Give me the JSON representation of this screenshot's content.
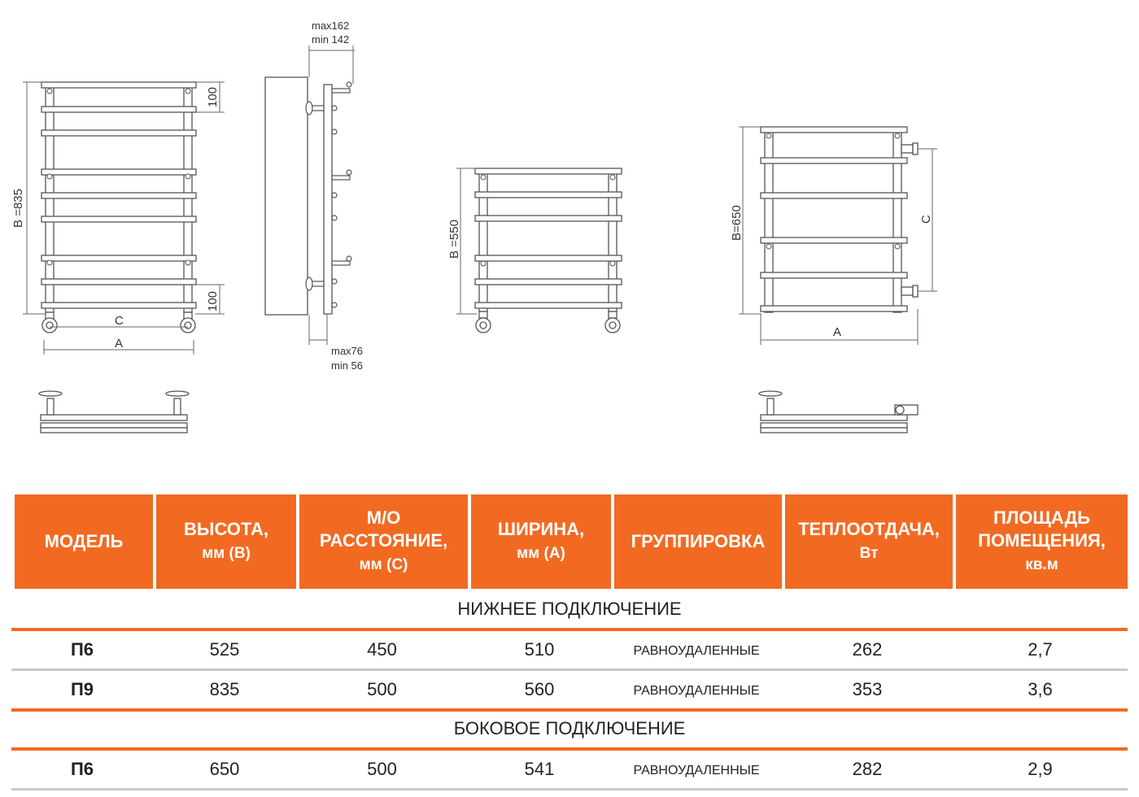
{
  "drawing_labels": {
    "d1_height": "B =835",
    "d1_top_gap": "100",
    "d1_bottom_gap": "100",
    "d1_c": "C",
    "d1_a": "A",
    "side_max_top": "max162",
    "side_min_top": "min 142",
    "side_max_bottom": "max76",
    "side_min_bottom": "min 56",
    "d2_height": "B =550",
    "d3_height": "B=650",
    "d3_c": "C",
    "d3_a": "A"
  },
  "table": {
    "headers": [
      {
        "main": "МОДЕЛЬ",
        "sub": ""
      },
      {
        "main": "ВЫСОТА,",
        "sub": "мм (B)"
      },
      {
        "main": "М/О РАССТОЯНИЕ,",
        "sub": "мм (С)"
      },
      {
        "main": "ШИРИНА,",
        "sub": "мм (А)"
      },
      {
        "main": "ГРУППИРОВКА",
        "sub": ""
      },
      {
        "main": "ТЕПЛООТДАЧА,",
        "sub": "Вт"
      },
      {
        "main": "ПЛОЩАДЬ ПОМЕЩЕНИЯ,",
        "sub": "кв.м"
      }
    ],
    "sections": [
      {
        "title": "НИЖНЕЕ ПОДКЛЮЧЕНИЕ",
        "rows": [
          [
            "П6",
            "525",
            "450",
            "510",
            "РАВНОУДАЛЕННЫЕ",
            "262",
            "2,7"
          ],
          [
            "П9",
            "835",
            "500",
            "560",
            "РАВНОУДАЛЕННЫЕ",
            "353",
            "3,6"
          ]
        ]
      },
      {
        "title": "БОКОВОЕ ПОДКЛЮЧЕНИЕ",
        "rows": [
          [
            "П6",
            "650",
            "500",
            "541",
            "РАВНОУДАЛЕННЫЕ",
            "282",
            "2,9"
          ]
        ]
      }
    ]
  },
  "colors": {
    "accent": "#f26a22",
    "line": "#555555",
    "divider": "#c8c8c8"
  }
}
